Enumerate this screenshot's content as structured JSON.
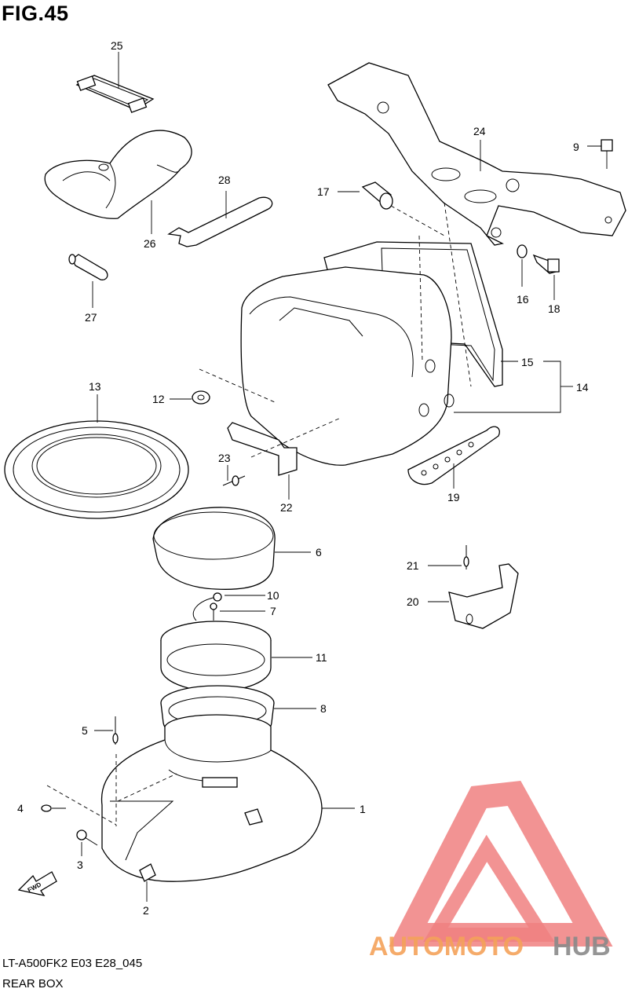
{
  "figure": {
    "title": "FIG.45"
  },
  "footer": {
    "model_code": "LT-A500FK2 E03 E28_045",
    "section_name": "REAR BOX"
  },
  "callouts": [
    "1",
    "2",
    "3",
    "4",
    "5",
    "6",
    "7",
    "8",
    "9",
    "10",
    "11",
    "12",
    "13",
    "14",
    "15",
    "16",
    "17",
    "18",
    "19",
    "20",
    "21",
    "22",
    "23",
    "24",
    "25",
    "26",
    "27",
    "28"
  ],
  "direction_marker": {
    "text": "FWD"
  },
  "watermark": {
    "brand_left": "AUTOMOTO",
    "brand_right": "HUB",
    "left_color": "#f4a25a",
    "right_color": "#8a8a8a",
    "logo_color": "#f08080"
  }
}
